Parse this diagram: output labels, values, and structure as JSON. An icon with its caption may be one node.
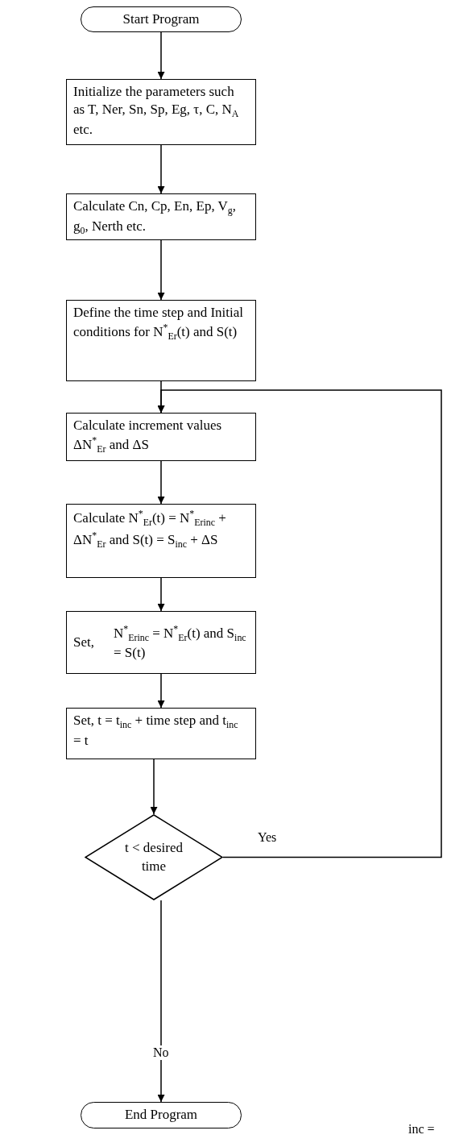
{
  "diagram": {
    "nodes": [
      {
        "text": [
          "Start Program"
        ]
      },
      {
        "text": [
          "Initialize the parameters such as T, Ner, Sn, Sp, Eg, τ, C, N$_{A}$ etc."
        ]
      },
      {
        "text": [
          "Calculate Cn, Cp, En, Ep, V$_{g}$, g$_{0}$, Nerth etc."
        ]
      },
      {
        "text": [
          "Define the time step and Initial conditions for N$^{*}$$_{Er}$(t) and S(t)"
        ]
      },
      {
        "text": [
          "Calculate increment values ΔN$^{*}$$_{Er}$ and ΔS"
        ]
      },
      {
        "text": [
          "Calculate N$^{*}$$_{Er}$(t) = N$^{*}$$_{Erinc}$ + ΔN$^{*}$$_{Er}$ and S(t) = S$_{inc}$ + ΔS"
        ]
      },
      {
        "text": [
          "Set,",
          "N$^{*}$$_{Erinc}$ = N$^{*}$$_{Er}$(t) and S$_{inc}$ = S(t)"
        ]
      },
      {
        "text": [
          "Set, t = t$_{inc}$ + time step and t$_{inc}$ = t"
        ]
      },
      {
        "text": [
          "t < desired time"
        ]
      },
      {
        "text": [
          "End Program"
        ]
      }
    ],
    "edges": [
      {
        "from": 0,
        "to": 1,
        "arrow": "to"
      },
      {
        "from": 1,
        "to": 2,
        "arrow": "to"
      },
      {
        "from": 2,
        "to": 3,
        "arrow": "to"
      },
      {
        "from": 3,
        "to": 4,
        "arrow": "to"
      },
      {
        "from": 4,
        "to": 5,
        "arrow": "to"
      },
      {
        "from": 5,
        "to": 6,
        "arrow": "to"
      },
      {
        "from": 6,
        "to": 7,
        "arrow": "to"
      },
      {
        "from": 7,
        "to": 8,
        "arrow": "to"
      },
      {
        "from": 8,
        "to": 9,
        "label": "No",
        "arrow": "to"
      },
      {
        "from": 8,
        "to": 4,
        "label": "Yes",
        "arrow": "to"
      }
    ],
    "labels": [
      "inc ="
    ]
  }
}
